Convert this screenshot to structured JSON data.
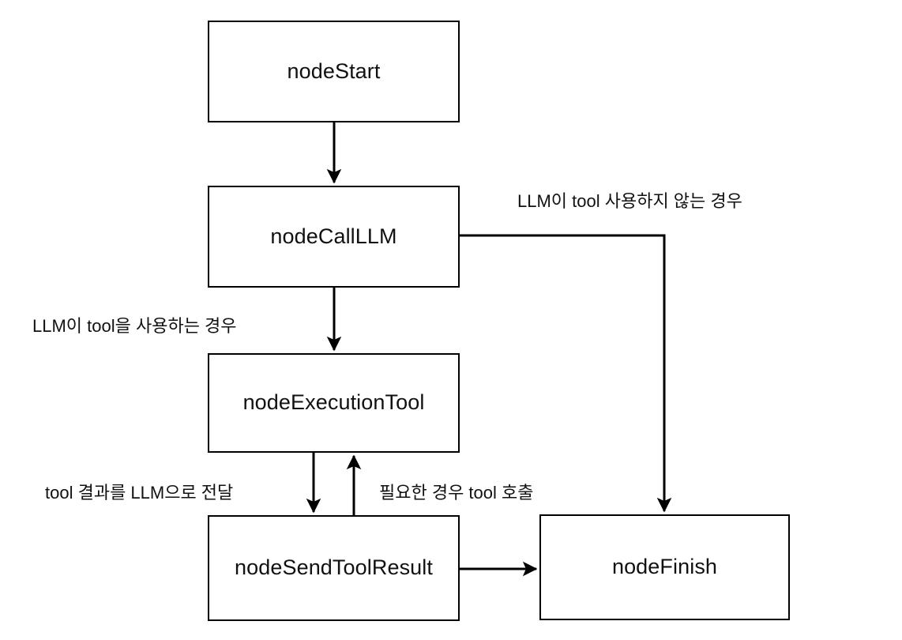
{
  "diagram": {
    "type": "flowchart",
    "background_color": "#ffffff",
    "line_color": "#000000",
    "text_color": "#111111",
    "nodes": [
      {
        "id": "nodeStart",
        "label": "nodeStart"
      },
      {
        "id": "nodeCallLLM",
        "label": "nodeCallLLM"
      },
      {
        "id": "nodeExecutionTool",
        "label": "nodeExecutionTool"
      },
      {
        "id": "nodeSendToolResult",
        "label": "nodeSendToolResult"
      },
      {
        "id": "nodeFinish",
        "label": "nodeFinish"
      }
    ],
    "edges": [
      {
        "from": "nodeStart",
        "to": "nodeCallLLM",
        "label": ""
      },
      {
        "from": "nodeCallLLM",
        "to": "nodeExecutionTool",
        "label": "LLM이 tool을 사용하는 경우"
      },
      {
        "from": "nodeCallLLM",
        "to": "nodeFinish",
        "label": "LLM이 tool 사용하지 않는 경우"
      },
      {
        "from": "nodeExecutionTool",
        "to": "nodeSendToolResult",
        "label": "tool 결과를 LLM으로 전달"
      },
      {
        "from": "nodeSendToolResult",
        "to": "nodeExecutionTool",
        "label": "필요한 경우 tool 호출"
      },
      {
        "from": "nodeSendToolResult",
        "to": "nodeFinish",
        "label": ""
      }
    ],
    "labels": {
      "no_tool": "LLM이 tool 사용하지 않는 경우",
      "use_tool": "LLM이 tool을 사용하는 경우",
      "send_result": "tool 결과를 LLM으로 전달",
      "call_tool": "필요한 경우 tool 호출"
    }
  }
}
